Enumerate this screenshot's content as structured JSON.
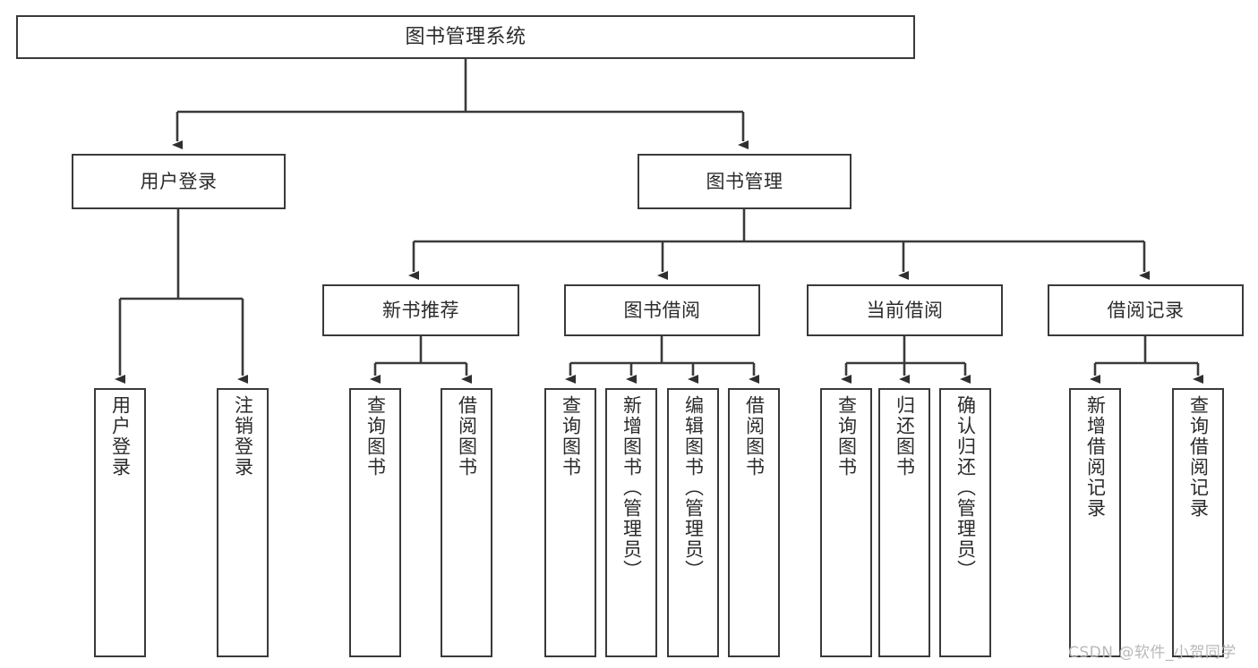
{
  "diagram": {
    "title": "图书管理系统",
    "type": "tree-hierarchy-chart",
    "orientation": "top-down",
    "colors": {
      "box_border": "#3a3a3a",
      "box_fill": "#ffffff",
      "connector": "#3a3a3a",
      "text": "#2b2b2b",
      "watermark": "#b9b9b9",
      "background": "#ffffff"
    }
  },
  "nodes": {
    "root": {
      "label": "图书管理系统"
    },
    "level1": [
      {
        "label": "用户登录"
      },
      {
        "label": "图书管理"
      }
    ],
    "level2": [
      {
        "label": "新书推荐"
      },
      {
        "label": "图书借阅"
      },
      {
        "label": "当前借阅"
      },
      {
        "label": "借阅记录"
      }
    ],
    "leaves": {
      "user_login": [
        {
          "label": "用户登录"
        },
        {
          "label": "注销登录"
        }
      ],
      "new_book_recommend": [
        {
          "label": "查询图书"
        },
        {
          "label": "借阅图书"
        }
      ],
      "book_borrow": [
        {
          "label": "查询图书"
        },
        {
          "label": "新增图书（管理员）"
        },
        {
          "label": "编辑图书（管理员）"
        },
        {
          "label": "借阅图书"
        }
      ],
      "current_borrow": [
        {
          "label": "查询图书"
        },
        {
          "label": "归还图书"
        },
        {
          "label": "确认归还（管理员）"
        }
      ],
      "borrow_record": [
        {
          "label": "新增借阅记录"
        },
        {
          "label": "查询借阅记录"
        }
      ]
    }
  },
  "watermark": {
    "text": "CSDN @软件_小贺同学"
  }
}
